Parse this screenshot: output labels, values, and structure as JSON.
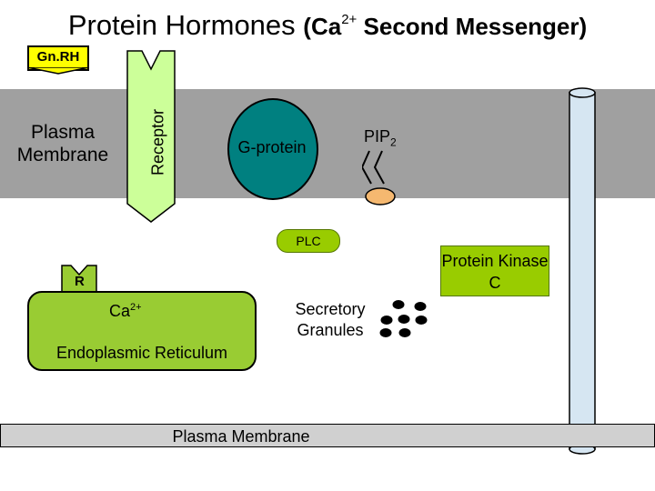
{
  "title": {
    "main": "Protein Hormones",
    "paren_open": "(Ca",
    "superscript": "2+",
    "paren_rest": " Second Messenger)"
  },
  "gnrh": "Gn.RH",
  "plasma_membrane_top": "Plasma Membrane",
  "receptor": "Receptor",
  "gprotein": "G-protein",
  "pip2": {
    "base": "PIP",
    "sub": "2"
  },
  "plc": "PLC",
  "protein_kinase_c": "Protein Kinase C",
  "r_label": "R",
  "calcium": {
    "base": "Ca",
    "sup": "2+"
  },
  "endoplasmic_reticulum": "Endoplasmic Reticulum",
  "secretory_granules": "Secretory Granules",
  "plasma_membrane_bottom": "Plasma Membrane",
  "colors": {
    "membrane": "#a0a0a0",
    "gnrh": "#ffff00",
    "receptor": "#ccff99",
    "gprotein": "#008080",
    "green_box": "#99cc00",
    "er": "#99cc33",
    "pip2_head": "#f5b870",
    "channel": "#d6e6f2"
  }
}
